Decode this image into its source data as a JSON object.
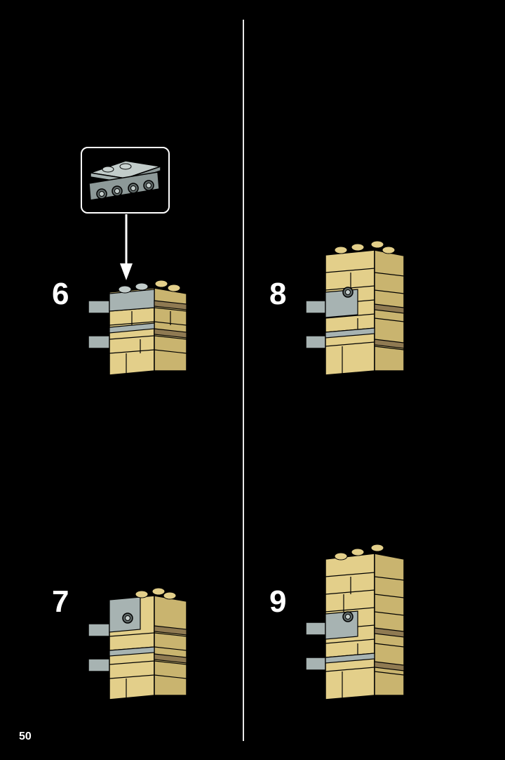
{
  "steps": [
    {
      "number": "6"
    },
    {
      "number": "7"
    },
    {
      "number": "8"
    },
    {
      "number": "9"
    }
  ],
  "page_number": "50",
  "colors": {
    "background": "#000000",
    "tan_brick": "#e3cf8a",
    "tan_top": "#f0e2a8",
    "tan_shadow": "#b39e5c",
    "dark_tan": "#8f7a52",
    "light_gray": "#a7b3b2",
    "stroke": "#000000"
  },
  "icons": [
    "bracket-plate-icon",
    "arrow-down-icon"
  ]
}
